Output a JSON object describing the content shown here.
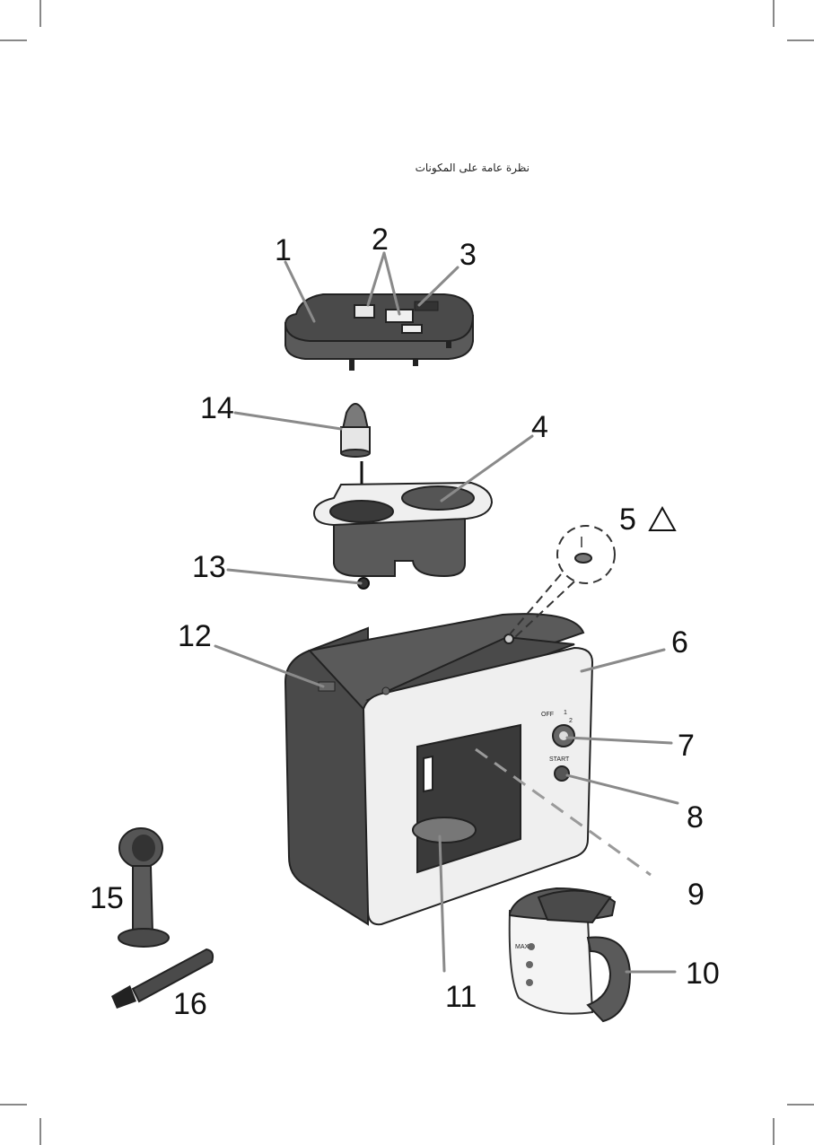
{
  "header": {
    "title": "نظرة عامة على المكونات"
  },
  "labels": [
    {
      "id": "1",
      "text": "1"
    },
    {
      "id": "2",
      "text": "2"
    },
    {
      "id": "3",
      "text": "3"
    },
    {
      "id": "4",
      "text": "4"
    },
    {
      "id": "5",
      "text": "5"
    },
    {
      "id": "6",
      "text": "6"
    },
    {
      "id": "7",
      "text": "7"
    },
    {
      "id": "8",
      "text": "8"
    },
    {
      "id": "9",
      "text": "9"
    },
    {
      "id": "10",
      "text": "10"
    },
    {
      "id": "11",
      "text": "11"
    },
    {
      "id": "12",
      "text": "12"
    },
    {
      "id": "13",
      "text": "13"
    },
    {
      "id": "14",
      "text": "14"
    },
    {
      "id": "15",
      "text": "15"
    },
    {
      "id": "16",
      "text": "16"
    }
  ],
  "panel": {
    "off_label": "OFF",
    "cup1_label": "1",
    "cup2_label": "2",
    "start_label": "START"
  },
  "carafe": {
    "level_mark": "MAX"
  }
}
